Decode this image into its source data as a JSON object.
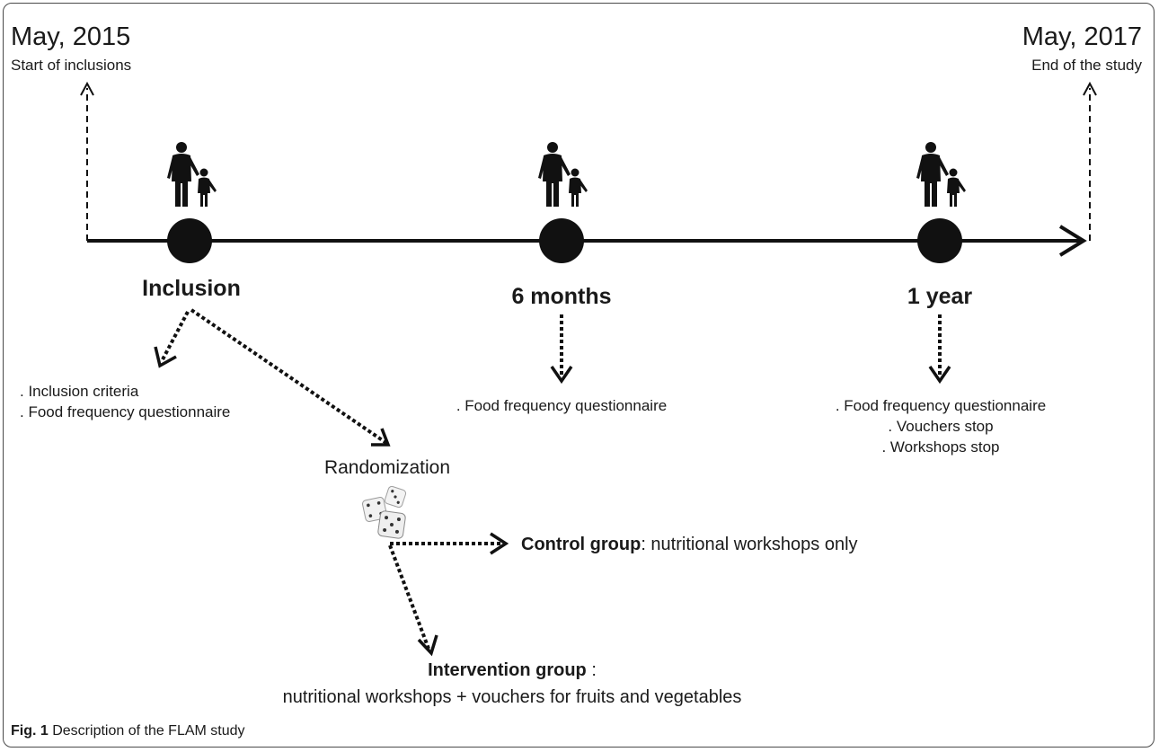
{
  "timeline": {
    "start": {
      "date": "May, 2015",
      "label": "Start of inclusions"
    },
    "end": {
      "date": "May, 2017",
      "label": "End of the study"
    }
  },
  "milestones": [
    {
      "label": "Inclusion",
      "items": [
        ". Inclusion criteria",
        ". Food frequency questionnaire"
      ]
    },
    {
      "label": "6 months",
      "items": [
        ". Food frequency questionnaire"
      ]
    },
    {
      "label": "1 year",
      "items": [
        ". Food frequency questionnaire",
        ". Vouchers stop",
        ". Workshops stop"
      ]
    }
  ],
  "randomization": {
    "label": "Randomization",
    "control": {
      "title": "Control group",
      "text": ": nutritional workshops only"
    },
    "intervention": {
      "title": "Intervention group",
      "colon": " :",
      "text": "nutritional workshops + vouchers for fruits and vegetables"
    }
  },
  "caption": {
    "fig": "Fig. 1",
    "text": " Description of the FLAM study"
  },
  "icons": [
    "family-icon",
    "dice-icon"
  ],
  "colors": {
    "line": "#111111",
    "text": "#1a1a1a",
    "border": "#4a4a4a"
  }
}
